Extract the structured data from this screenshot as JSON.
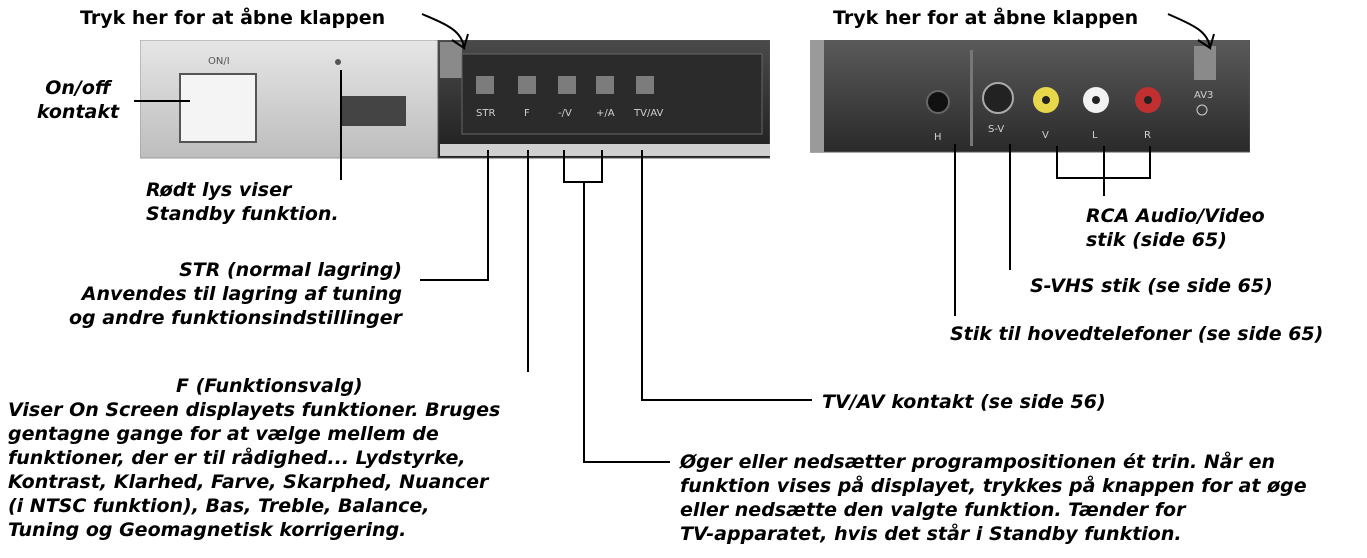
{
  "labels": {
    "open_flap_left": "Tryk her for at åbne klappen",
    "open_flap_right": "Tryk her for at åbne klappen",
    "onoff_1": "On/off",
    "onoff_2": "kontakt",
    "red_light_1": "Rødt lys viser",
    "red_light_2": "Standby funktion.",
    "str_1": "STR (normal lagring)",
    "str_2": "Anvendes til lagring af tuning",
    "str_3": "og andre funktionsindstillinger",
    "f_1": "F (Funktionsvalg)",
    "f_2": "Viser On Screen displayets funktioner. Bruges",
    "f_3": "gentagne gange for at vælge mellem de",
    "f_4": "funktioner, der er til rådighed... Lydstyrke,",
    "f_5": "Kontrast, Klarhed, Farve, Skarphed, Nuancer",
    "f_6": "(i NTSC funktion), Bas, Treble, Balance,",
    "f_7": "Tuning og Geomagnetisk korrigering.",
    "tvav": "TV/AV kontakt (se side 56)",
    "prog_1": "Øger eller nedsætter programpositionen ét trin. Når en",
    "prog_2": "funktion vises på displayet, trykkes på knappen for at øge",
    "prog_3": "eller nedsætte den valgte funktion. Tænder for",
    "prog_4": "TV-apparatet, hvis det står i Standby funktion.",
    "rca_1": "RCA Audio/Video",
    "rca_2": "stik (side 65)",
    "svhs": "S-VHS stik (se side 65)",
    "headphones": "Stik til hovedtelefoner (se side 65)"
  },
  "left_panel": {
    "power_label": "ON/I",
    "button_labels": [
      "STR",
      "F",
      "-/V",
      "+/A",
      "TV/AV"
    ]
  },
  "right_panel": {
    "jack_labels": [
      "H",
      "S-V",
      "V",
      "L",
      "R"
    ],
    "av_label": "AV3"
  }
}
